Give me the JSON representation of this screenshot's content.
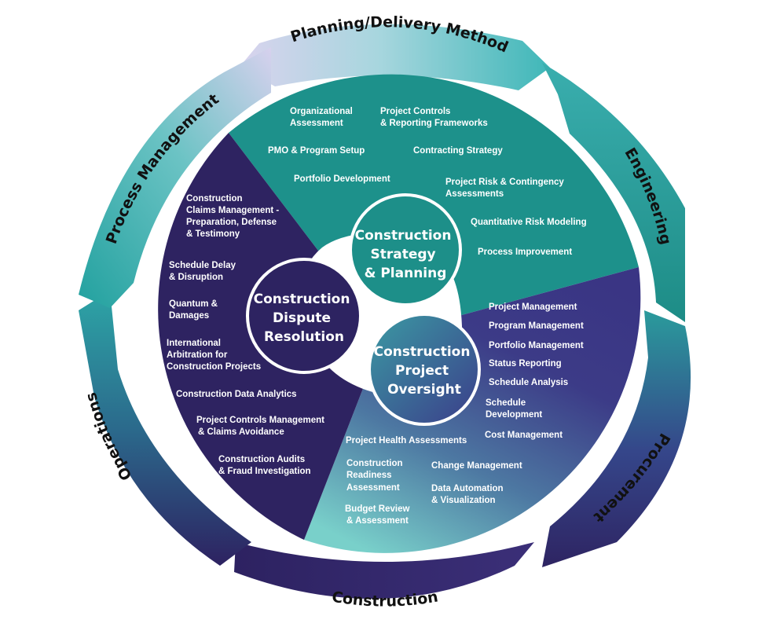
{
  "diagram": {
    "ring": {
      "planning": "Planning/Delivery Method",
      "engineering": "Engineering",
      "procurement": "Procurement",
      "construction": "Construction",
      "operations": "Operations",
      "process_management": "Process Management"
    },
    "hubs": {
      "strategy": [
        "Construction",
        "Strategy",
        "& Planning"
      ],
      "dispute": [
        "Construction",
        "Dispute",
        "Resolution"
      ],
      "oversight": [
        "Construction",
        "Project",
        "Oversight"
      ]
    },
    "strategy_items": {
      "org": [
        "Organizational",
        "Assessment"
      ],
      "controls": [
        "Project Controls",
        "& Reporting Frameworks"
      ],
      "pmo": [
        "PMO & Program Setup"
      ],
      "contracting": [
        "Contracting Strategy"
      ],
      "portfolio_dev": [
        "Portfolio Development"
      ],
      "risk": [
        "Project Risk & Contingency",
        "Assessments"
      ],
      "quant": [
        "Quantitative Risk Modeling"
      ],
      "process": [
        "Process Improvement"
      ]
    },
    "dispute_items": {
      "claims": [
        "Construction",
        "Claims Management -",
        "Preparation, Defense",
        "& Testimony"
      ],
      "delay": [
        "Schedule Delay",
        "& Disruption"
      ],
      "quantum": [
        "Quantum &",
        "Damages"
      ],
      "intl": [
        "International",
        "Arbitration for",
        "Construction Projects"
      ],
      "analytics": [
        "Construction Data Analytics"
      ],
      "pcm": [
        "Project Controls Management",
        "& Claims Avoidance"
      ],
      "audits": [
        "Construction Audits",
        "& Fraud Investigation"
      ]
    },
    "oversight_items": {
      "pm": [
        "Project Management"
      ],
      "program": [
        "Program Management"
      ],
      "portfolio": [
        "Portfolio Management"
      ],
      "status": [
        "Status Reporting"
      ],
      "schedule_analysis": [
        "Schedule Analysis"
      ],
      "schedule_dev": [
        "Schedule",
        "Development"
      ],
      "cost": [
        "Cost Management"
      ],
      "health": [
        "Project Health Assessments"
      ],
      "readiness": [
        "Construction",
        "Readiness",
        "Assessment"
      ],
      "change": [
        "Change Management"
      ],
      "automation": [
        "Data Automation",
        "& Visualization"
      ],
      "budget": [
        "Budget Review",
        "& Assessment"
      ]
    },
    "colors": {
      "teal": "#1c928a",
      "purple_dark": "#2e2361",
      "purple_mid": "#3e3784",
      "teal_light": "#6cc4c7",
      "lavender": "#d8d2ec"
    }
  }
}
